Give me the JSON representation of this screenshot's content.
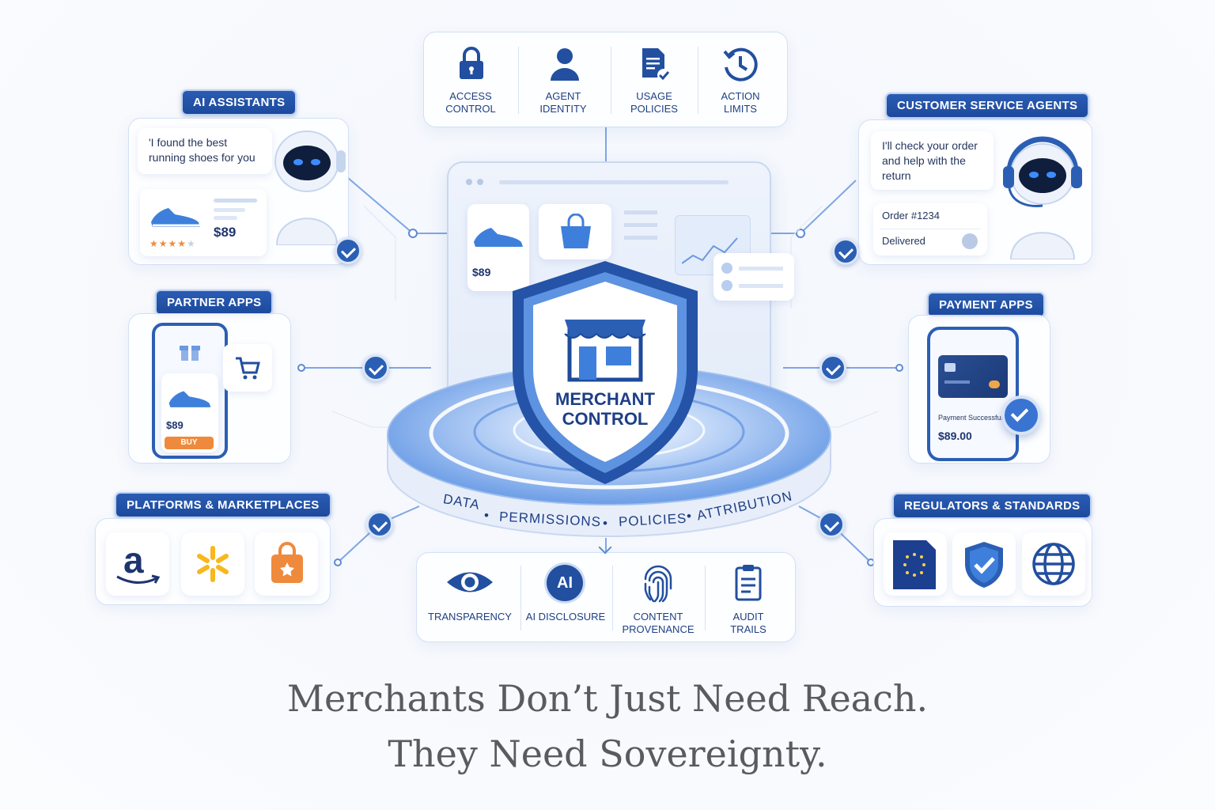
{
  "top_controls": [
    {
      "icon": "lock-icon",
      "label_1": "ACCESS",
      "label_2": "CONTROL"
    },
    {
      "icon": "user-icon",
      "label_1": "AGENT",
      "label_2": "IDENTITY"
    },
    {
      "icon": "document-check-icon",
      "label_1": "USAGE",
      "label_2": "POLICIES"
    },
    {
      "icon": "clock-icon",
      "label_1": "ACTION",
      "label_2": "LIMITS"
    }
  ],
  "ai_assistants": {
    "title": "AI ASSISTANTS",
    "bubble_1": "'I found the best",
    "bubble_2": "running shoes for you",
    "price": "$89"
  },
  "customer_service": {
    "title": "CUSTOMER SERVICE AGENTS",
    "bubble_1": "I'll check your order",
    "bubble_2": "and help with the",
    "bubble_3": "return",
    "order": "Order #1234",
    "status": "Delivered"
  },
  "partner_apps": {
    "title": "PARTNER APPS",
    "price": "$89",
    "buy": "BUY"
  },
  "payment_apps": {
    "title": "PAYMENT APPS",
    "status": "Payment Successful",
    "amount": "$89.00"
  },
  "platforms": {
    "title": "PLATFORMS & MARKETPLACES",
    "logos": [
      "amazon-logo",
      "walmart-logo",
      "shopping-bag-logo"
    ]
  },
  "regulators": {
    "title": "REGULATORS & STANDARDS",
    "icons": [
      "eu-document-icon",
      "shield-check-icon",
      "globe-icon"
    ]
  },
  "center": {
    "shield_1": "MERCHANT",
    "shield_2": "CONTROL",
    "ring": [
      "DATA",
      "PERMISSIONS",
      "POLICIES",
      "ATTRIBUTION"
    ],
    "storefront_price": "$89"
  },
  "bottom_controls": [
    {
      "icon": "eye-icon",
      "label_1": "TRANSPARENCY",
      "label_2": ""
    },
    {
      "icon": "ai-badge-icon",
      "badge": "AI",
      "label_1": "AI DISCLOSURE",
      "label_2": ""
    },
    {
      "icon": "fingerprint-icon",
      "label_1": "CONTENT",
      "label_2": "PROVENANCE"
    },
    {
      "icon": "clipboard-icon",
      "label_1": "AUDIT",
      "label_2": "TRAILS"
    }
  ],
  "tagline": {
    "line_1": "Merchants Don’t Just Need Reach.",
    "line_2": "They Need Sovereignty."
  },
  "colors": {
    "primary": "#2a5cb4",
    "accent_orange": "#ef8a3c",
    "walmart_yellow": "#f7b81c"
  }
}
